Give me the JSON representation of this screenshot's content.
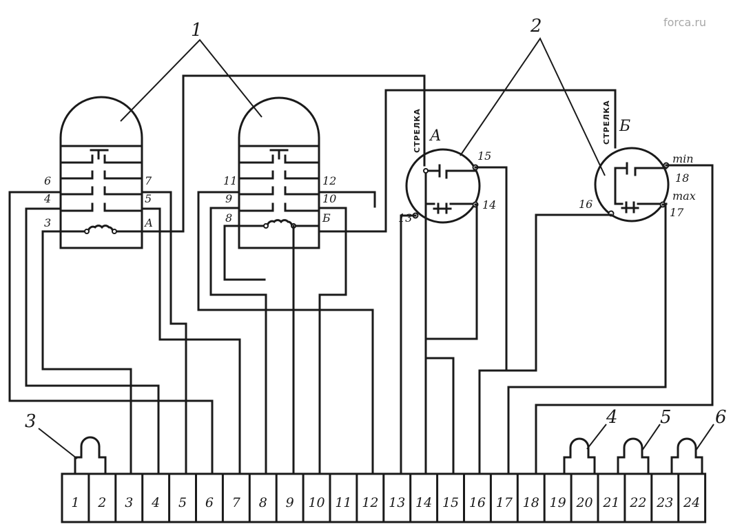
{
  "watermark": "forca.ru",
  "callouts": {
    "relays": "1",
    "gauges": "2",
    "lamp_left": "3",
    "lamp_4": "4",
    "lamp_5": "5",
    "lamp_6": "6"
  },
  "relay_left": {
    "labels": [
      "6",
      "4",
      "3",
      "7",
      "5",
      "А"
    ]
  },
  "relay_right": {
    "labels": [
      "11",
      "9",
      "8",
      "12",
      "10",
      "Б"
    ]
  },
  "gauge_a": {
    "caption": "СТРЕЛКА",
    "letter": "А",
    "labels": [
      "15",
      "13",
      "14"
    ]
  },
  "gauge_b": {
    "caption": "СТРЕЛКА",
    "letter": "Б",
    "labels": [
      "min",
      "18",
      "max",
      "17",
      "16"
    ]
  },
  "terminals": [
    "1",
    "2",
    "3",
    "4",
    "5",
    "6",
    "7",
    "8",
    "9",
    "10",
    "11",
    "12",
    "13",
    "14",
    "15",
    "16",
    "17",
    "18",
    "19",
    "20",
    "21",
    "22",
    "23",
    "24"
  ]
}
